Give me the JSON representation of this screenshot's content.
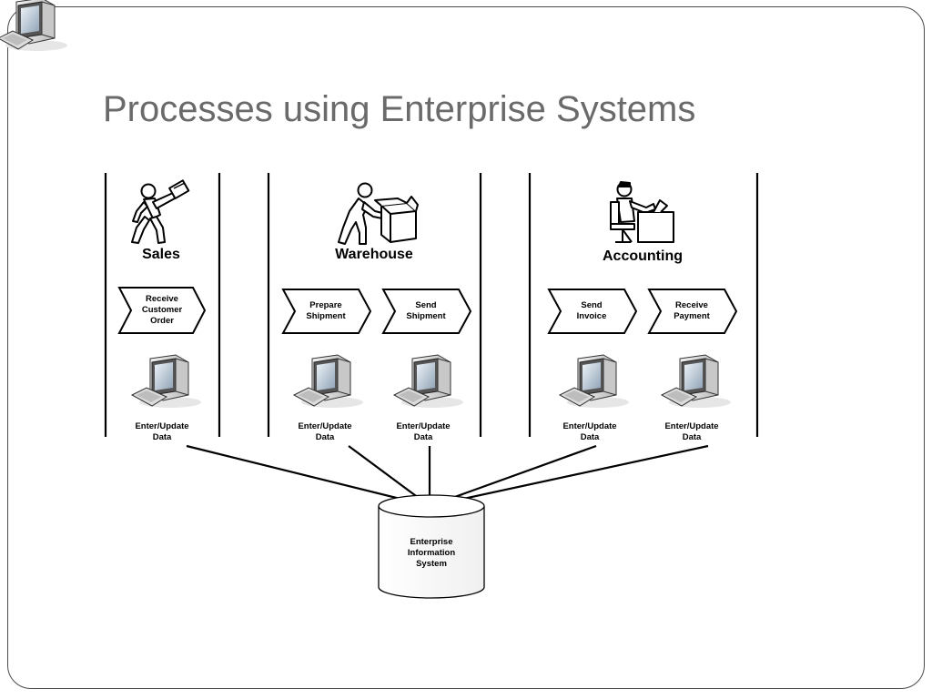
{
  "slide": {
    "title": "Processes using Enterprise Systems"
  },
  "lanes": [
    {
      "label": "Sales",
      "icon": "person-carrying-document-icon",
      "steps": [
        {
          "lines": [
            "Receive",
            "Customer",
            "Order"
          ],
          "caption": [
            "Enter/Update",
            "Data"
          ]
        }
      ]
    },
    {
      "label": "Warehouse",
      "icon": "person-packing-box-icon",
      "steps": [
        {
          "lines": [
            "Prepare",
            "Shipment"
          ],
          "caption": [
            "Enter/Update",
            "Data"
          ]
        },
        {
          "lines": [
            "Send",
            "Shipment"
          ],
          "caption": [
            "Enter/Update",
            "Data"
          ]
        }
      ]
    },
    {
      "label": "Accounting",
      "icon": "person-at-desk-icon",
      "steps": [
        {
          "lines": [
            "Send",
            "Invoice"
          ],
          "caption": [
            "Enter/Update",
            "Data"
          ]
        },
        {
          "lines": [
            "Receive",
            "Payment"
          ],
          "caption": [
            "Enter/Update",
            "Data"
          ]
        }
      ]
    }
  ],
  "database": {
    "lines": [
      "Enterprise",
      "Information",
      "System"
    ]
  }
}
